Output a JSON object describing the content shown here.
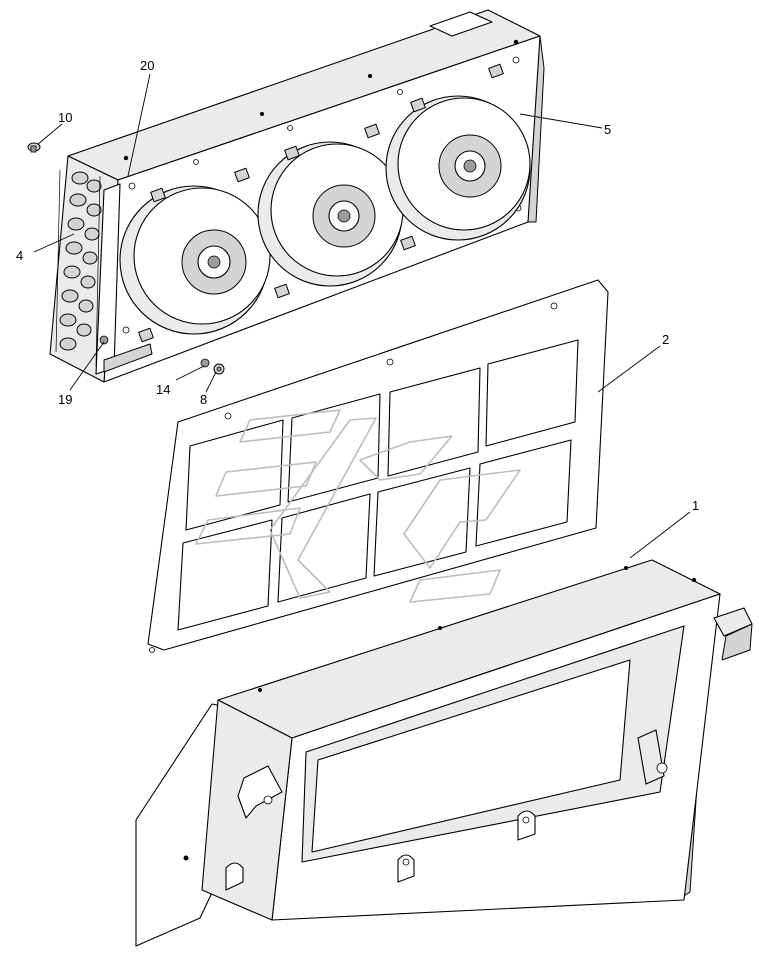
{
  "callouts": [
    {
      "id": "c1",
      "label": "1"
    },
    {
      "id": "c2",
      "label": "2"
    },
    {
      "id": "c4",
      "label": "4"
    },
    {
      "id": "c5",
      "label": "5"
    },
    {
      "id": "c8",
      "label": "8"
    },
    {
      "id": "c10",
      "label": "10"
    },
    {
      "id": "c14",
      "label": "14"
    },
    {
      "id": "c19",
      "label": "19"
    },
    {
      "id": "c20",
      "label": "20"
    }
  ]
}
